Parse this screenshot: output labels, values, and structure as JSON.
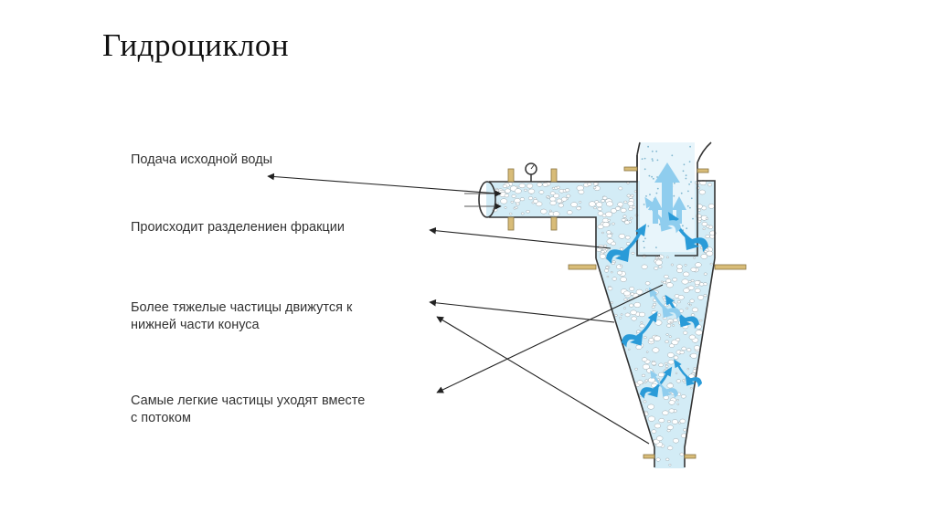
{
  "slide": {
    "title": "Гидроциклон"
  },
  "labels": {
    "feed": "Подача исходной воды",
    "separation": "Происходит разделениен фракции",
    "heavy_line1": "Более тяжелые частицы движутся к",
    "heavy_line2": "нижней части конуса",
    "light_line1": "Самые легкие частицы уходят вместе",
    "light_line2": "с потоком"
  },
  "icons": {
    "pressure_gauge": "gauge-icon"
  },
  "colors": {
    "water": "#d3ecf6",
    "flow_arrow": "#2a9bd8",
    "flow_arrow_light": "#8fcdee",
    "outline": "#333333",
    "flange": "#d8bc78"
  }
}
